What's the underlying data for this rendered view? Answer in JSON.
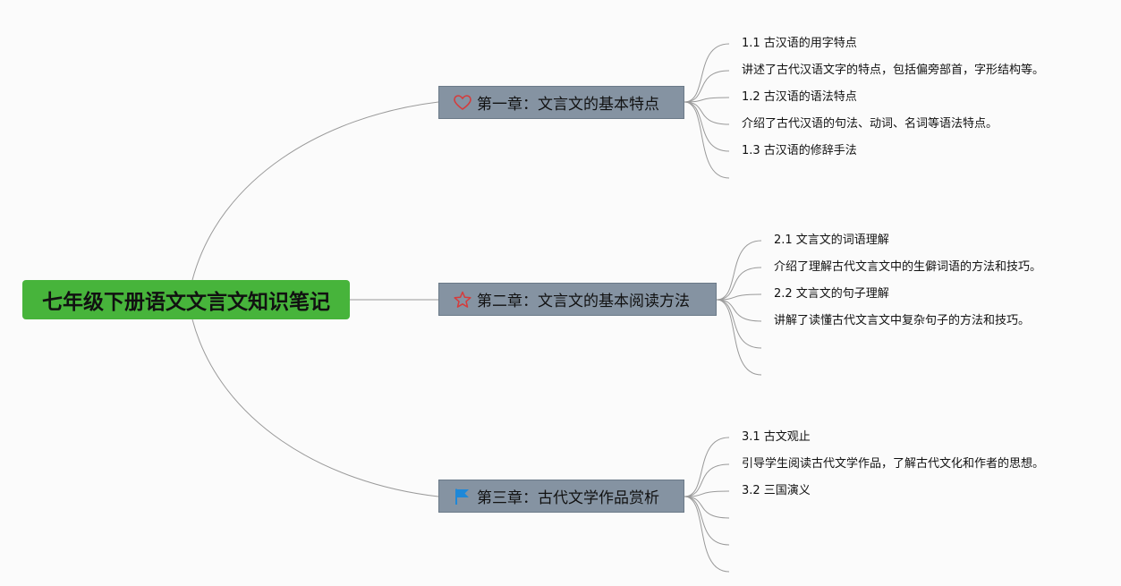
{
  "root": {
    "label": "七年级下册语文文言文知识笔记"
  },
  "chapters": [
    {
      "label": "第一章：文言文的基本特点",
      "icon": "heart-icon",
      "items": [
        "1.1 古汉语的用字特点",
        "讲述了古代汉语文字的特点，包括偏旁部首，字形结构等。",
        "1.2 古汉语的语法特点",
        "介绍了古代汉语的句法、动词、名词等语法特点。",
        "1.3 古汉语的修辞手法",
        ""
      ]
    },
    {
      "label": "第二章：文言文的基本阅读方法",
      "icon": "star-icon",
      "items": [
        "2.1 文言文的词语理解",
        "介绍了理解古代文言文中的生僻词语的方法和技巧。",
        "2.2 文言文的句子理解",
        "讲解了读懂古代文言文中复杂句子的方法和技巧。",
        "",
        ""
      ]
    },
    {
      "label": "第三章：古代文学作品赏析",
      "icon": "flag-icon",
      "items": [
        "3.1 古文观止",
        "引导学生阅读古代文学作品，了解古代文化和作者的思想。",
        "3.2 三国演义",
        "",
        "",
        ""
      ]
    }
  ],
  "colors": {
    "root_bg": "#47b43b",
    "chapter_bg": "#8593a2",
    "connector": "#9a9a9a",
    "heart": "#d63b3b",
    "star": "#d63b3b",
    "flag": "#1e88d8"
  }
}
